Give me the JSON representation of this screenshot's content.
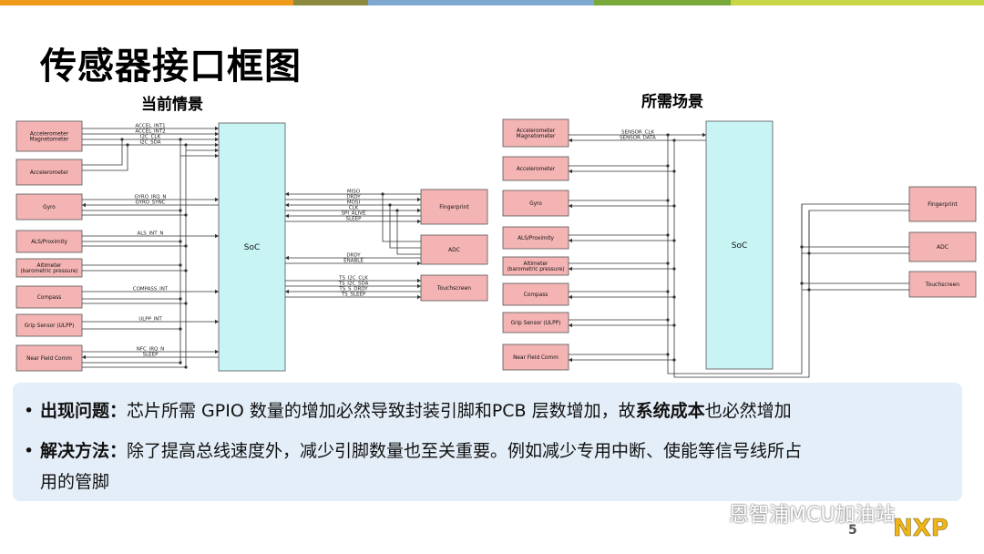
{
  "title": "传感器接口框图",
  "left_subtitle": "当前情景",
  "right_subtitle": "所需场景",
  "soc_label": "SoC",
  "left_sensors": [
    "Accelerometer\nMagnetometer",
    "Accelerometer",
    "Gyro",
    "ALS/Proximity",
    "Altimeter\n(barometric pressure)",
    "Compass",
    "Grip Sensor (ULPP)",
    "Near Field Comm"
  ],
  "right_sensors": [
    "Accelerometer\nMagnetometer",
    "Accelerometer",
    "Gyro",
    "ALS/Proximity",
    "Altimeter\n(barometric pressure)",
    "Compass",
    "Grip Sensor (ULPP)",
    "Near Field Comm"
  ],
  "peripherals": [
    "Fingerprint",
    "ADC",
    "Touchscreen"
  ],
  "left_signals": [
    "ACCEL_INT1",
    "ACCEL_INT2",
    "I2C_CLK",
    "I2C_SDA",
    "GYRO_IRQ_N",
    "GYRO_SYNC",
    "ALS_INT_N",
    "COMPASS_INT",
    "ULPP_INT",
    "NFC_IRQ_N",
    "SLEEP"
  ],
  "left_peripheral_signals": [
    "MISO",
    "DRDY",
    "MOSI",
    "CLK",
    "SPI_ALIVE",
    "SLEEP",
    "DRDY",
    "ENABLE",
    "TS_I2C_CLK",
    "TS_I2C_SDA",
    "TS_S_DRDY",
    "TS_SLEEP"
  ],
  "right_signals": [
    "SENSOR_CLK",
    "SENSOR_DATA"
  ],
  "bullets": {
    "b1_label": "出现问题：",
    "b1_text_a": "芯片所需 GPIO 数量的增加必然导致封装引脚和PCB 层数增加，故",
    "b1_bold": "系统成本",
    "b1_text_b": "也必然增加",
    "b2_label": "解决方法：",
    "b2_text_a": "除了提高总线速度外，减少引脚数量也至关重要。例如减少专用中断、使能等信号线所占",
    "b2_text_b": "用的管脚"
  },
  "footer_brand": "恩智浦MCU加油站",
  "page_number": "5",
  "logo_text": "NXP",
  "colors": {
    "sensor_fill": "#f4b4b4",
    "soc_fill": "#c8f4f4",
    "bar": [
      "#ef9a1a",
      "#8b8a3f",
      "#7ea8d0",
      "#79a83b",
      "#c8d646"
    ]
  }
}
